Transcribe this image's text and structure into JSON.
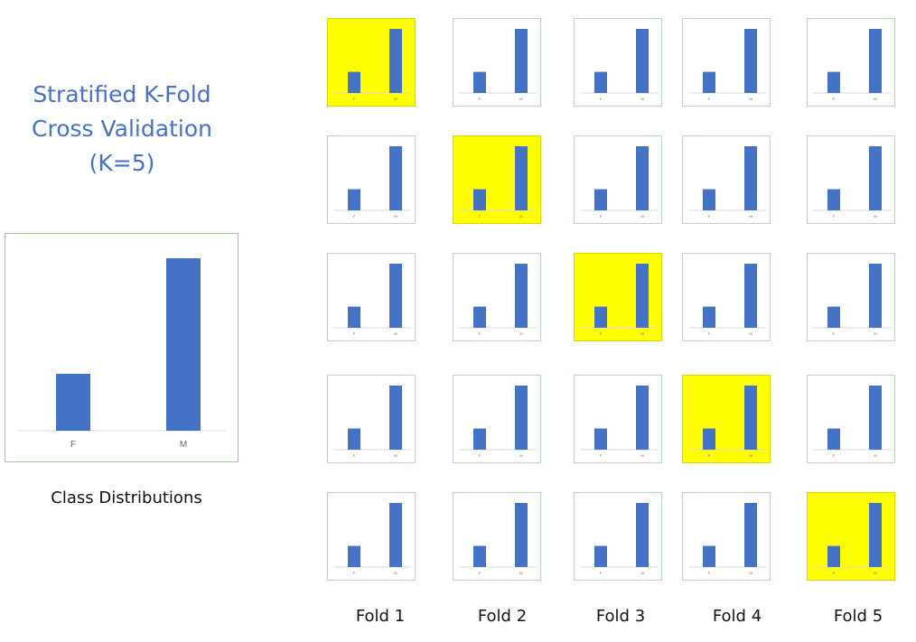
{
  "title": {
    "line1": "Stratified K-Fold",
    "line2": "Cross Validation",
    "line3": "(K=5)"
  },
  "class_distribution": {
    "caption": "Class Distributions",
    "categories": [
      "F",
      "M"
    ],
    "values": [
      0.33,
      1.0
    ]
  },
  "folds": {
    "labels": [
      "Fold 1",
      "Fold 2",
      "Fold 3",
      "Fold 4",
      "Fold 5"
    ],
    "highlight_color": "#ffff00",
    "bar_color": "#4472c4"
  },
  "chart_data": [
    {
      "type": "bar",
      "title": "",
      "categories": [
        "F",
        "M"
      ],
      "values": [
        0.33,
        1.0
      ]
    }
  ]
}
